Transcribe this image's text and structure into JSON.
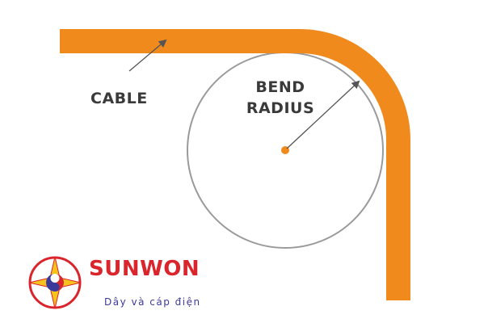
{
  "labels": {
    "cable": "CABLE",
    "bend_line1": "BEND",
    "bend_line2": "RADIUS"
  },
  "brand": {
    "name": "SUNWON",
    "tagline": "Dây và cáp điện"
  },
  "colors": {
    "cable": "#f08a1c",
    "circle": "#9a9a9a",
    "arrow": "#555555",
    "label_text": "#3a3a3a",
    "brand_red": "#d9252b",
    "brand_yellow": "#f6c21c",
    "brand_blue": "#3a3a9a"
  },
  "icons": {
    "logo": "sunwon-compass-star-logo"
  }
}
